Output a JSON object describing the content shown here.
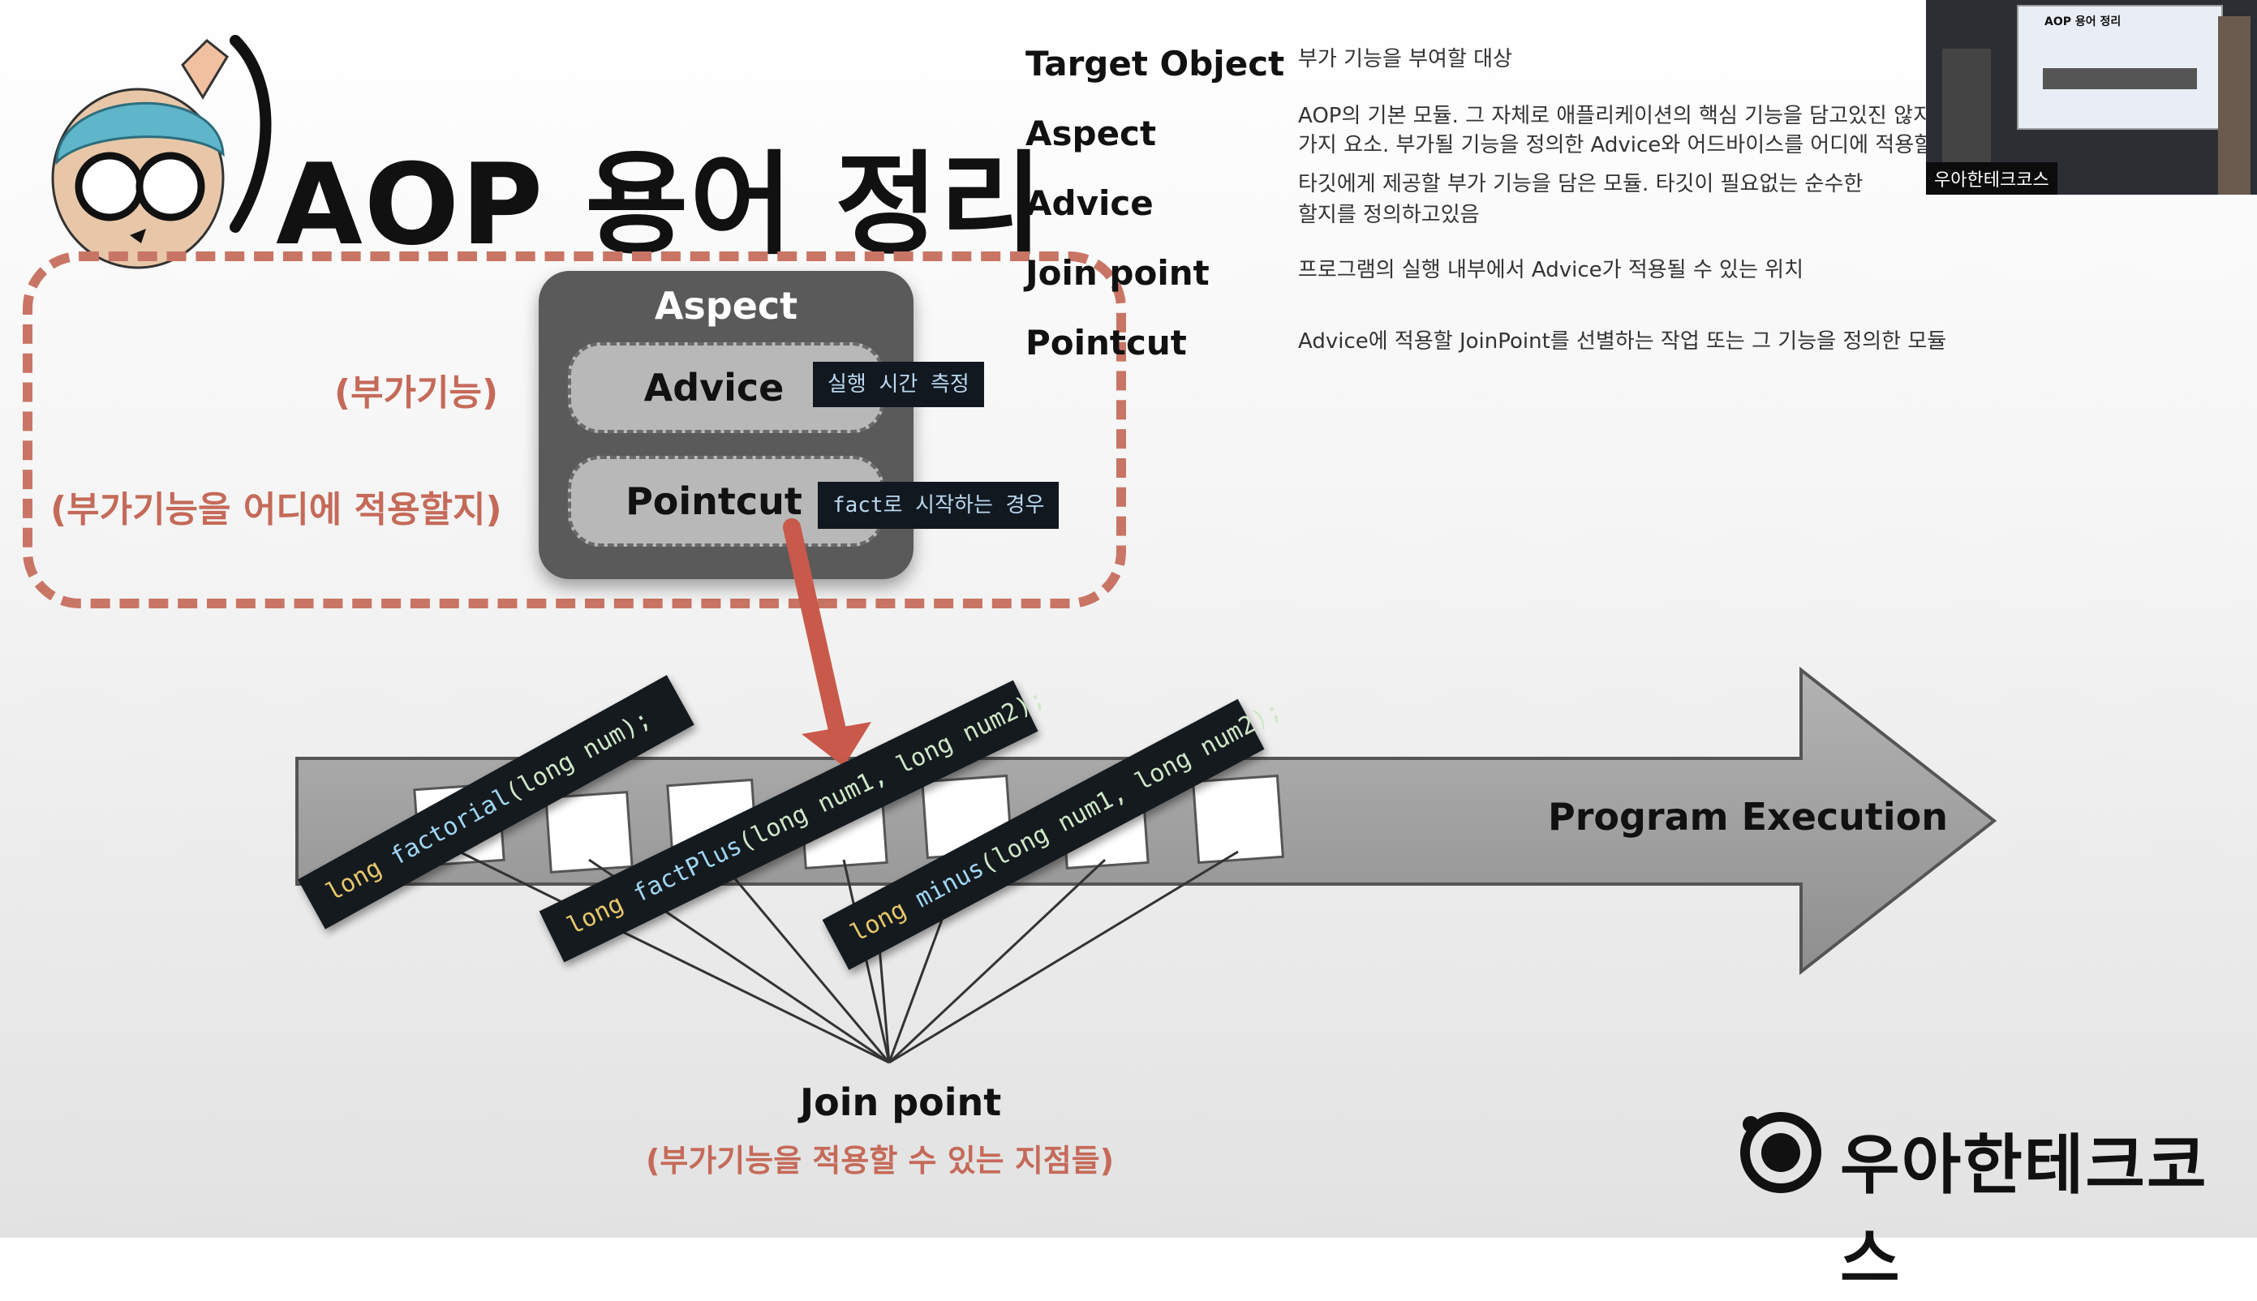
{
  "title": "AOP 용어 정리",
  "labels": {
    "additional": "(부가기능)",
    "where": "(부가기능을 어디에 적용할지)"
  },
  "aspect_panel": {
    "title": "Aspect",
    "advice": "Advice",
    "advice_tag": "실행 시간 측정",
    "pointcut": "Pointcut",
    "pointcut_tag": "fact로 시작하는 경우"
  },
  "definitions": [
    {
      "term": "Target Object",
      "desc": [
        "부가 기능을 부여할 대상"
      ]
    },
    {
      "term": "Aspect",
      "desc": [
        "AOP의 기본 모듈. 그 자체로 애플리케이션의 핵심 기능을 담고있진 않지",
        "가지 요소. 부가될 기능을 정의한 Advice와 어드바이스를 어디에 적용할"
      ]
    },
    {
      "term": "Advice",
      "desc": [
        "타깃에게 제공할 부가 기능을 담은 모듈. 타깃이 필요없는 순수한",
        "할지를 정의하고있음"
      ]
    },
    {
      "term": "Join point",
      "desc": [
        "프로그램의 실행 내부에서 Advice가 적용될 수 있는 위치"
      ]
    },
    {
      "term": "Pointcut",
      "desc": [
        "Advice에 적용할 JoinPoint를 선별하는 작업 또는 그 기능을 정의한 모듈"
      ]
    }
  ],
  "code": [
    {
      "kw": "long",
      "fn": "factorial",
      "args": "(long num);"
    },
    {
      "kw": "long",
      "fn": "factPlus",
      "args": "(long num1, long num2);"
    },
    {
      "kw": "long",
      "fn": "minus",
      "args": "(long num1, long num2);"
    }
  ],
  "execution_label": "Program Execution",
  "join_point": {
    "label": "Join point",
    "sub": "(부가기능을 적용할 수 있는 지점들)"
  },
  "brand": "우아한테크코스",
  "webcam": {
    "badge": "우아한테크코스",
    "slide_title": "AOP 용어 정리"
  },
  "colors": {
    "accent_red": "#c56a59",
    "panel": "#5a5a5a",
    "arrow": "#9a9a9a"
  }
}
